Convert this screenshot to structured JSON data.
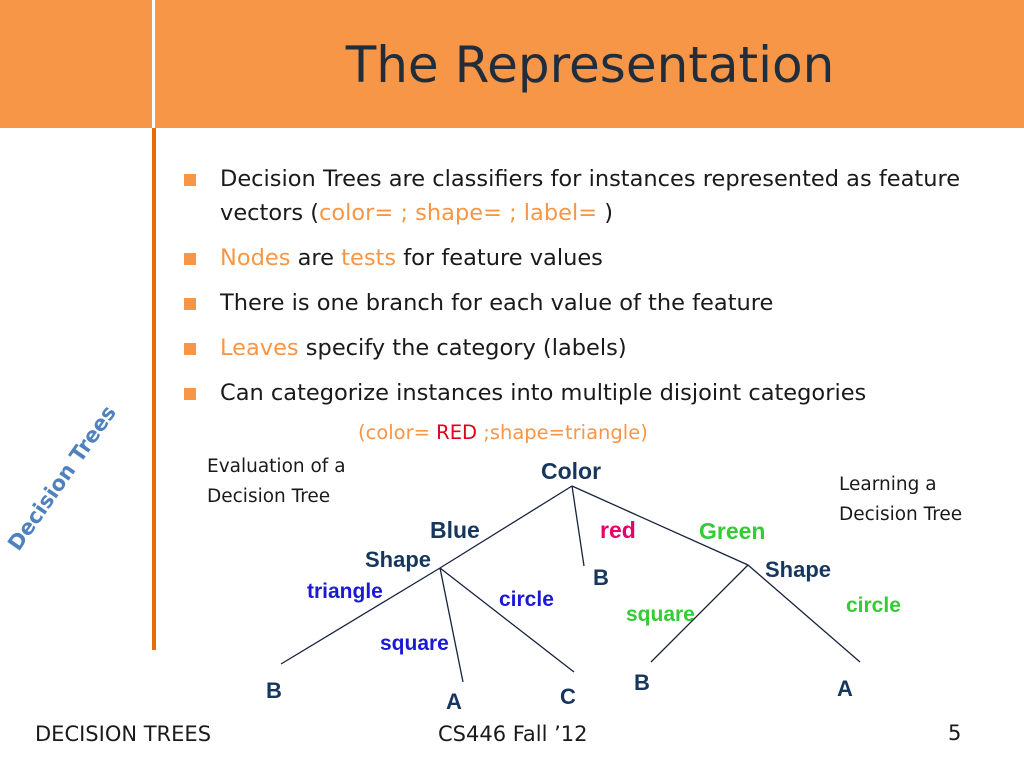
{
  "slide": {
    "title": "The Representation",
    "side_label": "Decision Trees",
    "colors": {
      "accent": "#f79646",
      "title_text": "#1f2d3d",
      "side_label": "#4f81bd"
    }
  },
  "bullets": [
    {
      "parts": [
        {
          "text": "Decision Trees are classifiers for instances represented as feature vectors (",
          "style": "plain"
        },
        {
          "text": "color= ; shape= ; label=",
          "style": "orange"
        },
        {
          "text": " )",
          "style": "plain"
        }
      ]
    },
    {
      "parts": [
        {
          "text": "Nodes",
          "style": "orange"
        },
        {
          "text": " are ",
          "style": "plain"
        },
        {
          "text": "tests",
          "style": "orange"
        },
        {
          "text": " for feature values",
          "style": "plain"
        }
      ]
    },
    {
      "parts": [
        {
          "text": "There is one branch for each value of the feature",
          "style": "plain"
        }
      ]
    },
    {
      "parts": [
        {
          "text": "Leaves",
          "style": "orange"
        },
        {
          "text": " specify the category (labels)",
          "style": "plain"
        }
      ]
    },
    {
      "parts": [
        {
          "text": "Can categorize instances into multiple disjoint categories",
          "style": "plain"
        }
      ]
    }
  ],
  "example": {
    "prefix": "(color= ",
    "value": "RED",
    "suffix": " ;shape=triangle)"
  },
  "notes": {
    "evaluation": [
      "Evaluation of a",
      "Decision Tree"
    ],
    "learning": [
      "Learning a",
      "Decision Tree"
    ]
  },
  "tree": {
    "root": "Color",
    "branches": {
      "blue": "Blue",
      "red": "red",
      "green": "Green"
    },
    "left_node": "Shape",
    "right_node": "Shape",
    "left_edges": {
      "triangle": "triangle",
      "square": "square",
      "circle": "circle"
    },
    "right_edges": {
      "square": "square",
      "circle": "circle"
    },
    "leaves": {
      "red_leaf": "B",
      "left_triangle": "B",
      "left_square": "A",
      "left_circle": "C",
      "right_square": "B",
      "right_circle": "A"
    }
  },
  "footer": {
    "left": "DECISION TREES",
    "center": "CS446 Fall ’12",
    "page": "5"
  }
}
